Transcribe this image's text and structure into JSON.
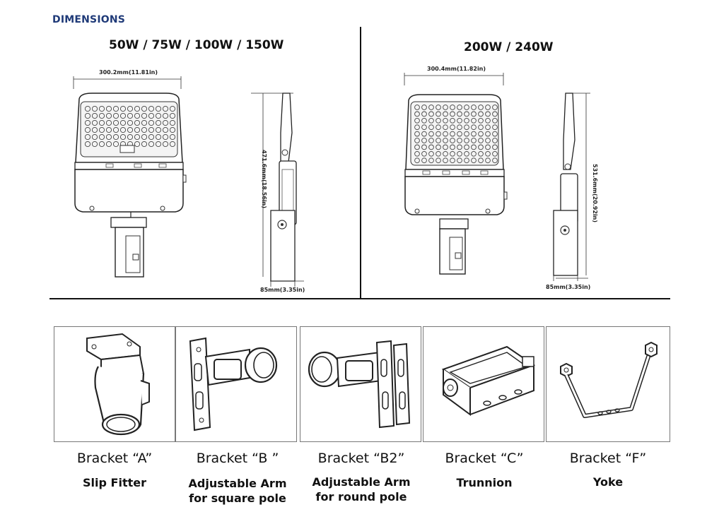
{
  "page": {
    "title": "DIMENSIONS"
  },
  "groups": [
    {
      "title": "50W / 75W / 100W / 150W",
      "width_dim": "300.2mm(11.81in)",
      "height_dim": "471.6mm(18.56in)",
      "depth_dim": "85mm(3.35in)"
    },
    {
      "title": "200W / 240W",
      "width_dim": "300.4mm(11.82in)",
      "height_dim": "531.6mm(20.92in)",
      "depth_dim": "85mm(3.35in)"
    }
  ],
  "brackets": [
    {
      "name": "Bracket “A”",
      "desc1": "Slip Fitter",
      "desc2": ""
    },
    {
      "name": "Bracket “B ”",
      "desc1": "Adjustable Arm",
      "desc2": "for square pole"
    },
    {
      "name": "Bracket “B2”",
      "desc1": "Adjustable Arm",
      "desc2": "for round pole"
    },
    {
      "name": "Bracket “C”",
      "desc1": "Trunnion",
      "desc2": ""
    },
    {
      "name": "Bracket “F”",
      "desc1": "Yoke",
      "desc2": ""
    }
  ]
}
